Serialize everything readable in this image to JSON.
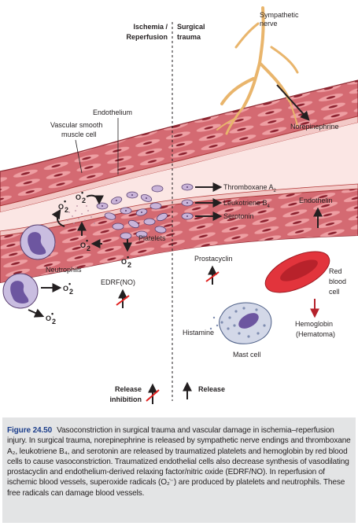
{
  "labels": {
    "ischemia": "Ischemia /",
    "reperfusion": "Reperfusion",
    "surgical": "Surgical",
    "trauma": "trauma",
    "sympathetic_nerve_1": "Sympathetic",
    "sympathetic_nerve_2": "nerve",
    "norepinephrine": "Norepinephrine",
    "endothelium": "Endothelium",
    "vsmc_1": "Vascular smooth",
    "vsmc_2": "muscle cell",
    "o2": "O",
    "o2_sup": "–",
    "o2_sub": "2",
    "dot": "•",
    "platelets": "Platelets",
    "neutrophils": "Neutrophils",
    "edrf": "EDRF(NO)",
    "thromboxane": "Thromboxane A",
    "thromboxane_sub": "2",
    "leukotriene": "Leukotriene B",
    "leukotriene_sub": "4",
    "serotonin": "Serotonin",
    "endothelin": "Endothelin",
    "prostacyclin": "Prostacyclin",
    "rbc_1": "Red",
    "rbc_2": "blood",
    "rbc_3": "cell",
    "hemoglobin_1": "Hemoglobin",
    "hemoglobin_2": "(Hematoma)",
    "histamine": "Histamine",
    "mast_cell": "Mast cell"
  },
  "legend": {
    "release_inhibition_1": "Release",
    "release_inhibition_2": "inhibition",
    "release": "Release"
  },
  "caption": {
    "figure_number": "Figure 24.50",
    "text": "Vasoconstriction in surgical trauma and vascular damage in ischemia–reperfusion injury. In surgical trauma, norepinephrine is released by sympathetic nerve endings and thromboxane A₂, leukotriene B₄, and serotonin are released by traumatized platelets and hemoglobin by red blood cells to cause vasoconstriction. Traumatized endothelial cells also decrease synthesis of vasodilating prostacyclin and endothelium-derived relaxing factor/nitric oxide (EDRF/NO). In reperfusion of ischemic blood vessels, superoxide radicals (O₂̇⁻) are produced by platelets and neutrophils. These free radicals can damage blood vessels."
  },
  "colors": {
    "vessel_wall": "#b43c3c",
    "smooth_muscle": "#d9737a",
    "nuclei": "#7c1f2a",
    "lumen": "#fbe6e4",
    "platelet": "#c9b3d8",
    "neutrophil": "#c9bde0",
    "rbc": "#e2343c",
    "nerve": "#e9b56c",
    "red_slash": "#e0201f",
    "caption_bg": "#e3e4e5",
    "figure_label": "#1d3f8c"
  }
}
